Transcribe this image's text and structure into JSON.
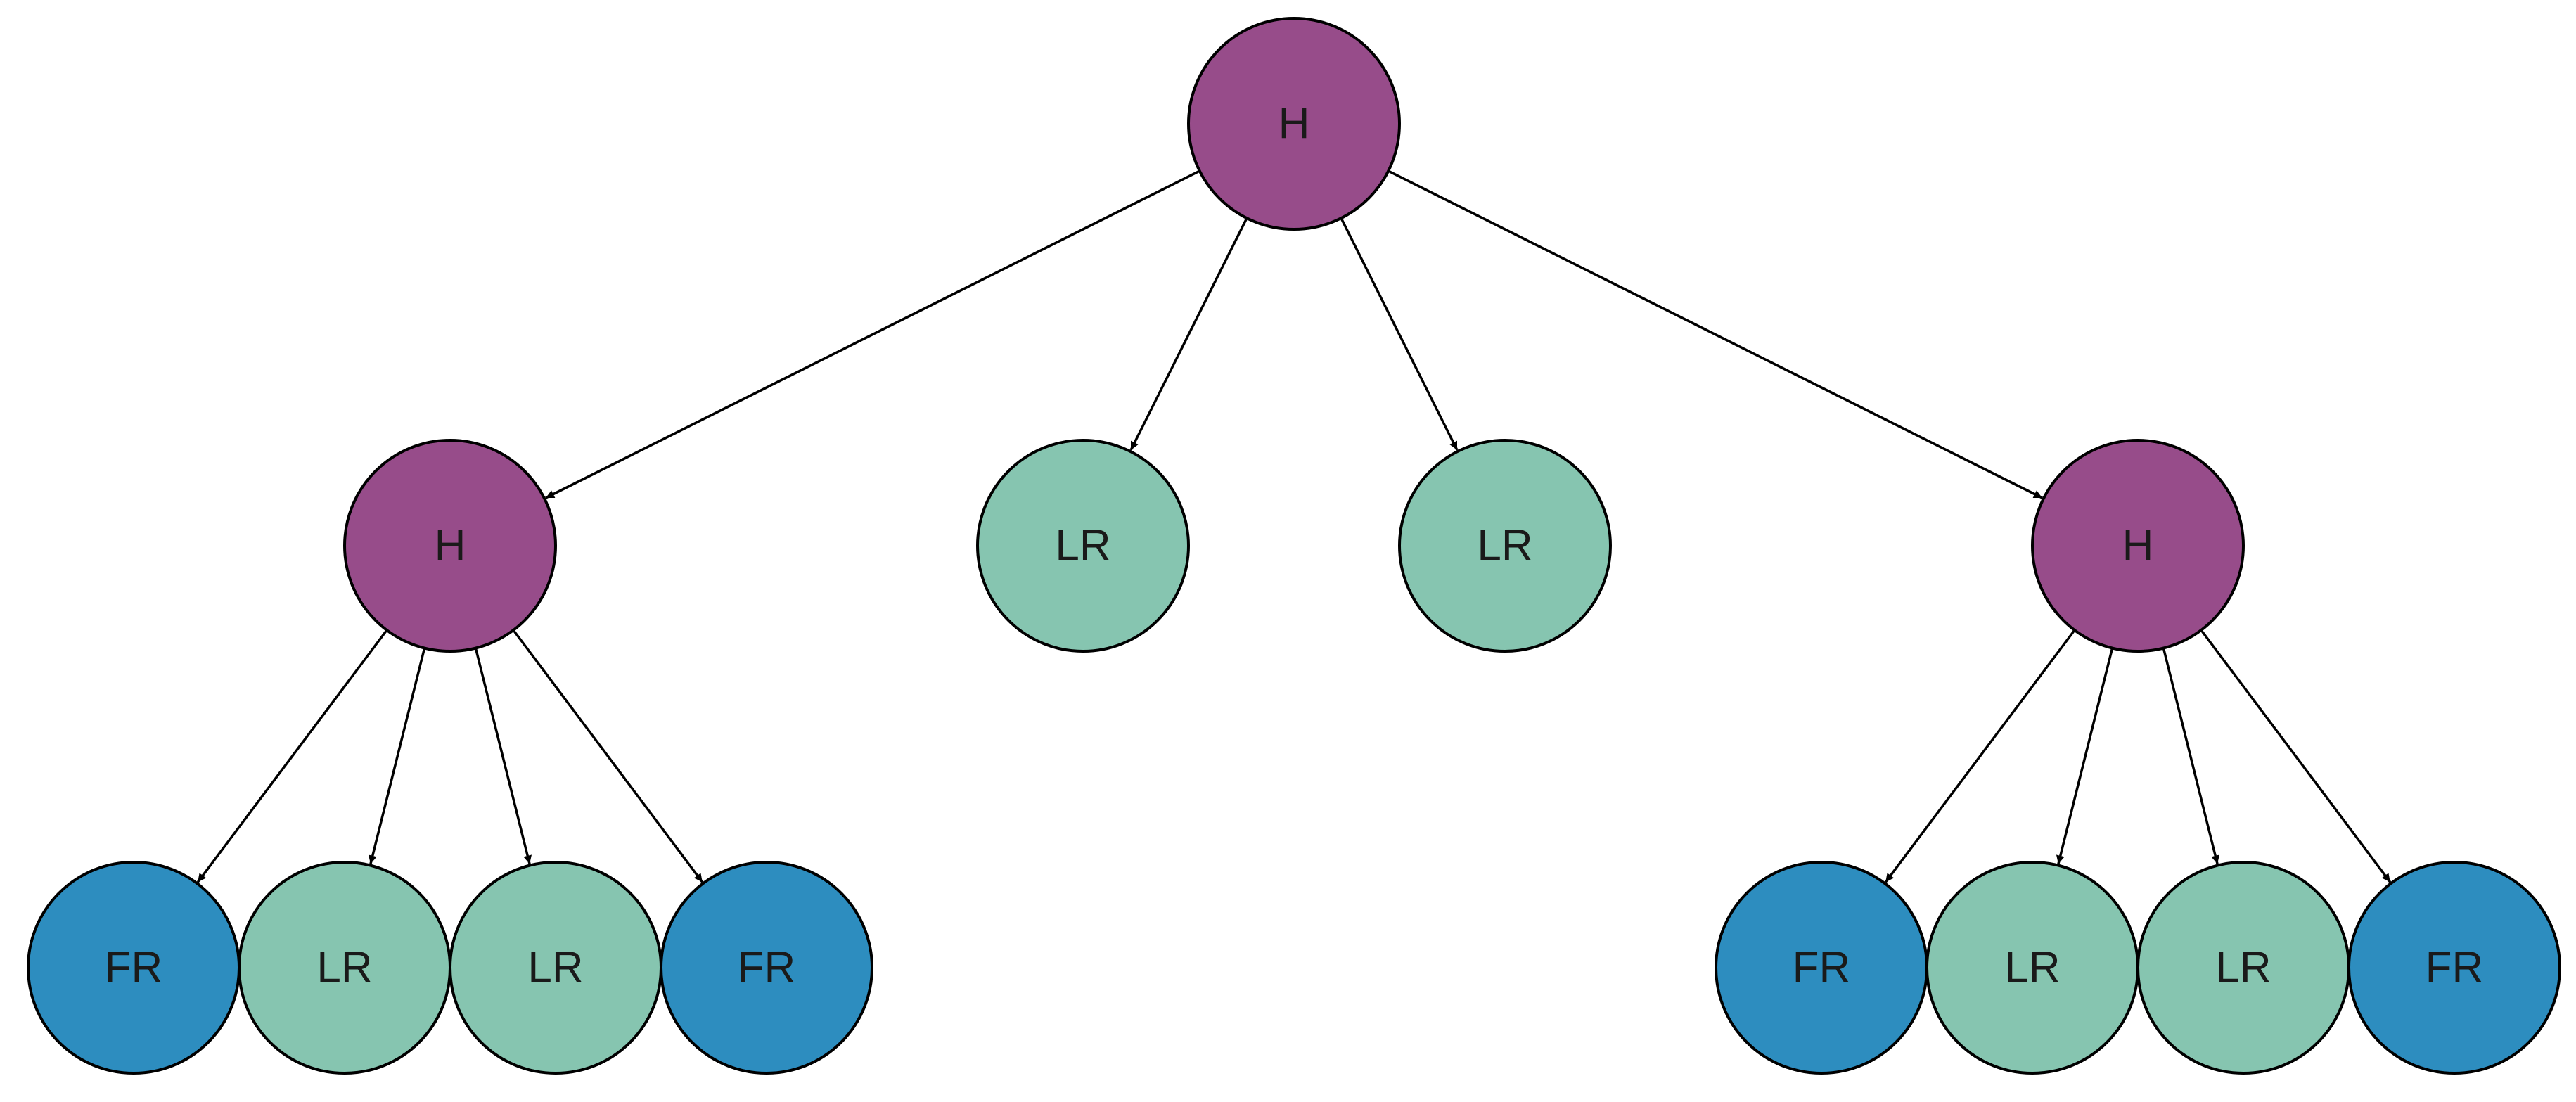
{
  "colors": {
    "H": "#974c8a",
    "LR": "#86c5b0",
    "FR": "#2d8dbf",
    "stroke": "#000000"
  },
  "nodes": [
    {
      "id": "root",
      "label": "H",
      "kind": "H"
    },
    {
      "id": "left-h",
      "label": "H",
      "kind": "H"
    },
    {
      "id": "mid-lr-1",
      "label": "LR",
      "kind": "LR"
    },
    {
      "id": "mid-lr-2",
      "label": "LR",
      "kind": "LR"
    },
    {
      "id": "right-h",
      "label": "H",
      "kind": "H"
    },
    {
      "id": "left-fr-1",
      "label": "FR",
      "kind": "FR"
    },
    {
      "id": "left-lr-1",
      "label": "LR",
      "kind": "LR"
    },
    {
      "id": "left-lr-2",
      "label": "LR",
      "kind": "LR"
    },
    {
      "id": "left-fr-2",
      "label": "FR",
      "kind": "FR"
    },
    {
      "id": "right-fr-1",
      "label": "FR",
      "kind": "FR"
    },
    {
      "id": "right-lr-1",
      "label": "LR",
      "kind": "LR"
    },
    {
      "id": "right-lr-2",
      "label": "LR",
      "kind": "LR"
    },
    {
      "id": "right-fr-2",
      "label": "FR",
      "kind": "FR"
    }
  ],
  "edges": [
    {
      "from": "root",
      "to": "left-h"
    },
    {
      "from": "root",
      "to": "mid-lr-1"
    },
    {
      "from": "root",
      "to": "mid-lr-2"
    },
    {
      "from": "root",
      "to": "right-h"
    },
    {
      "from": "left-h",
      "to": "left-fr-1"
    },
    {
      "from": "left-h",
      "to": "left-lr-1"
    },
    {
      "from": "left-h",
      "to": "left-lr-2"
    },
    {
      "from": "left-h",
      "to": "left-fr-2"
    },
    {
      "from": "right-h",
      "to": "right-fr-1"
    },
    {
      "from": "right-h",
      "to": "right-lr-1"
    },
    {
      "from": "right-h",
      "to": "right-lr-2"
    },
    {
      "from": "right-h",
      "to": "right-fr-2"
    }
  ]
}
